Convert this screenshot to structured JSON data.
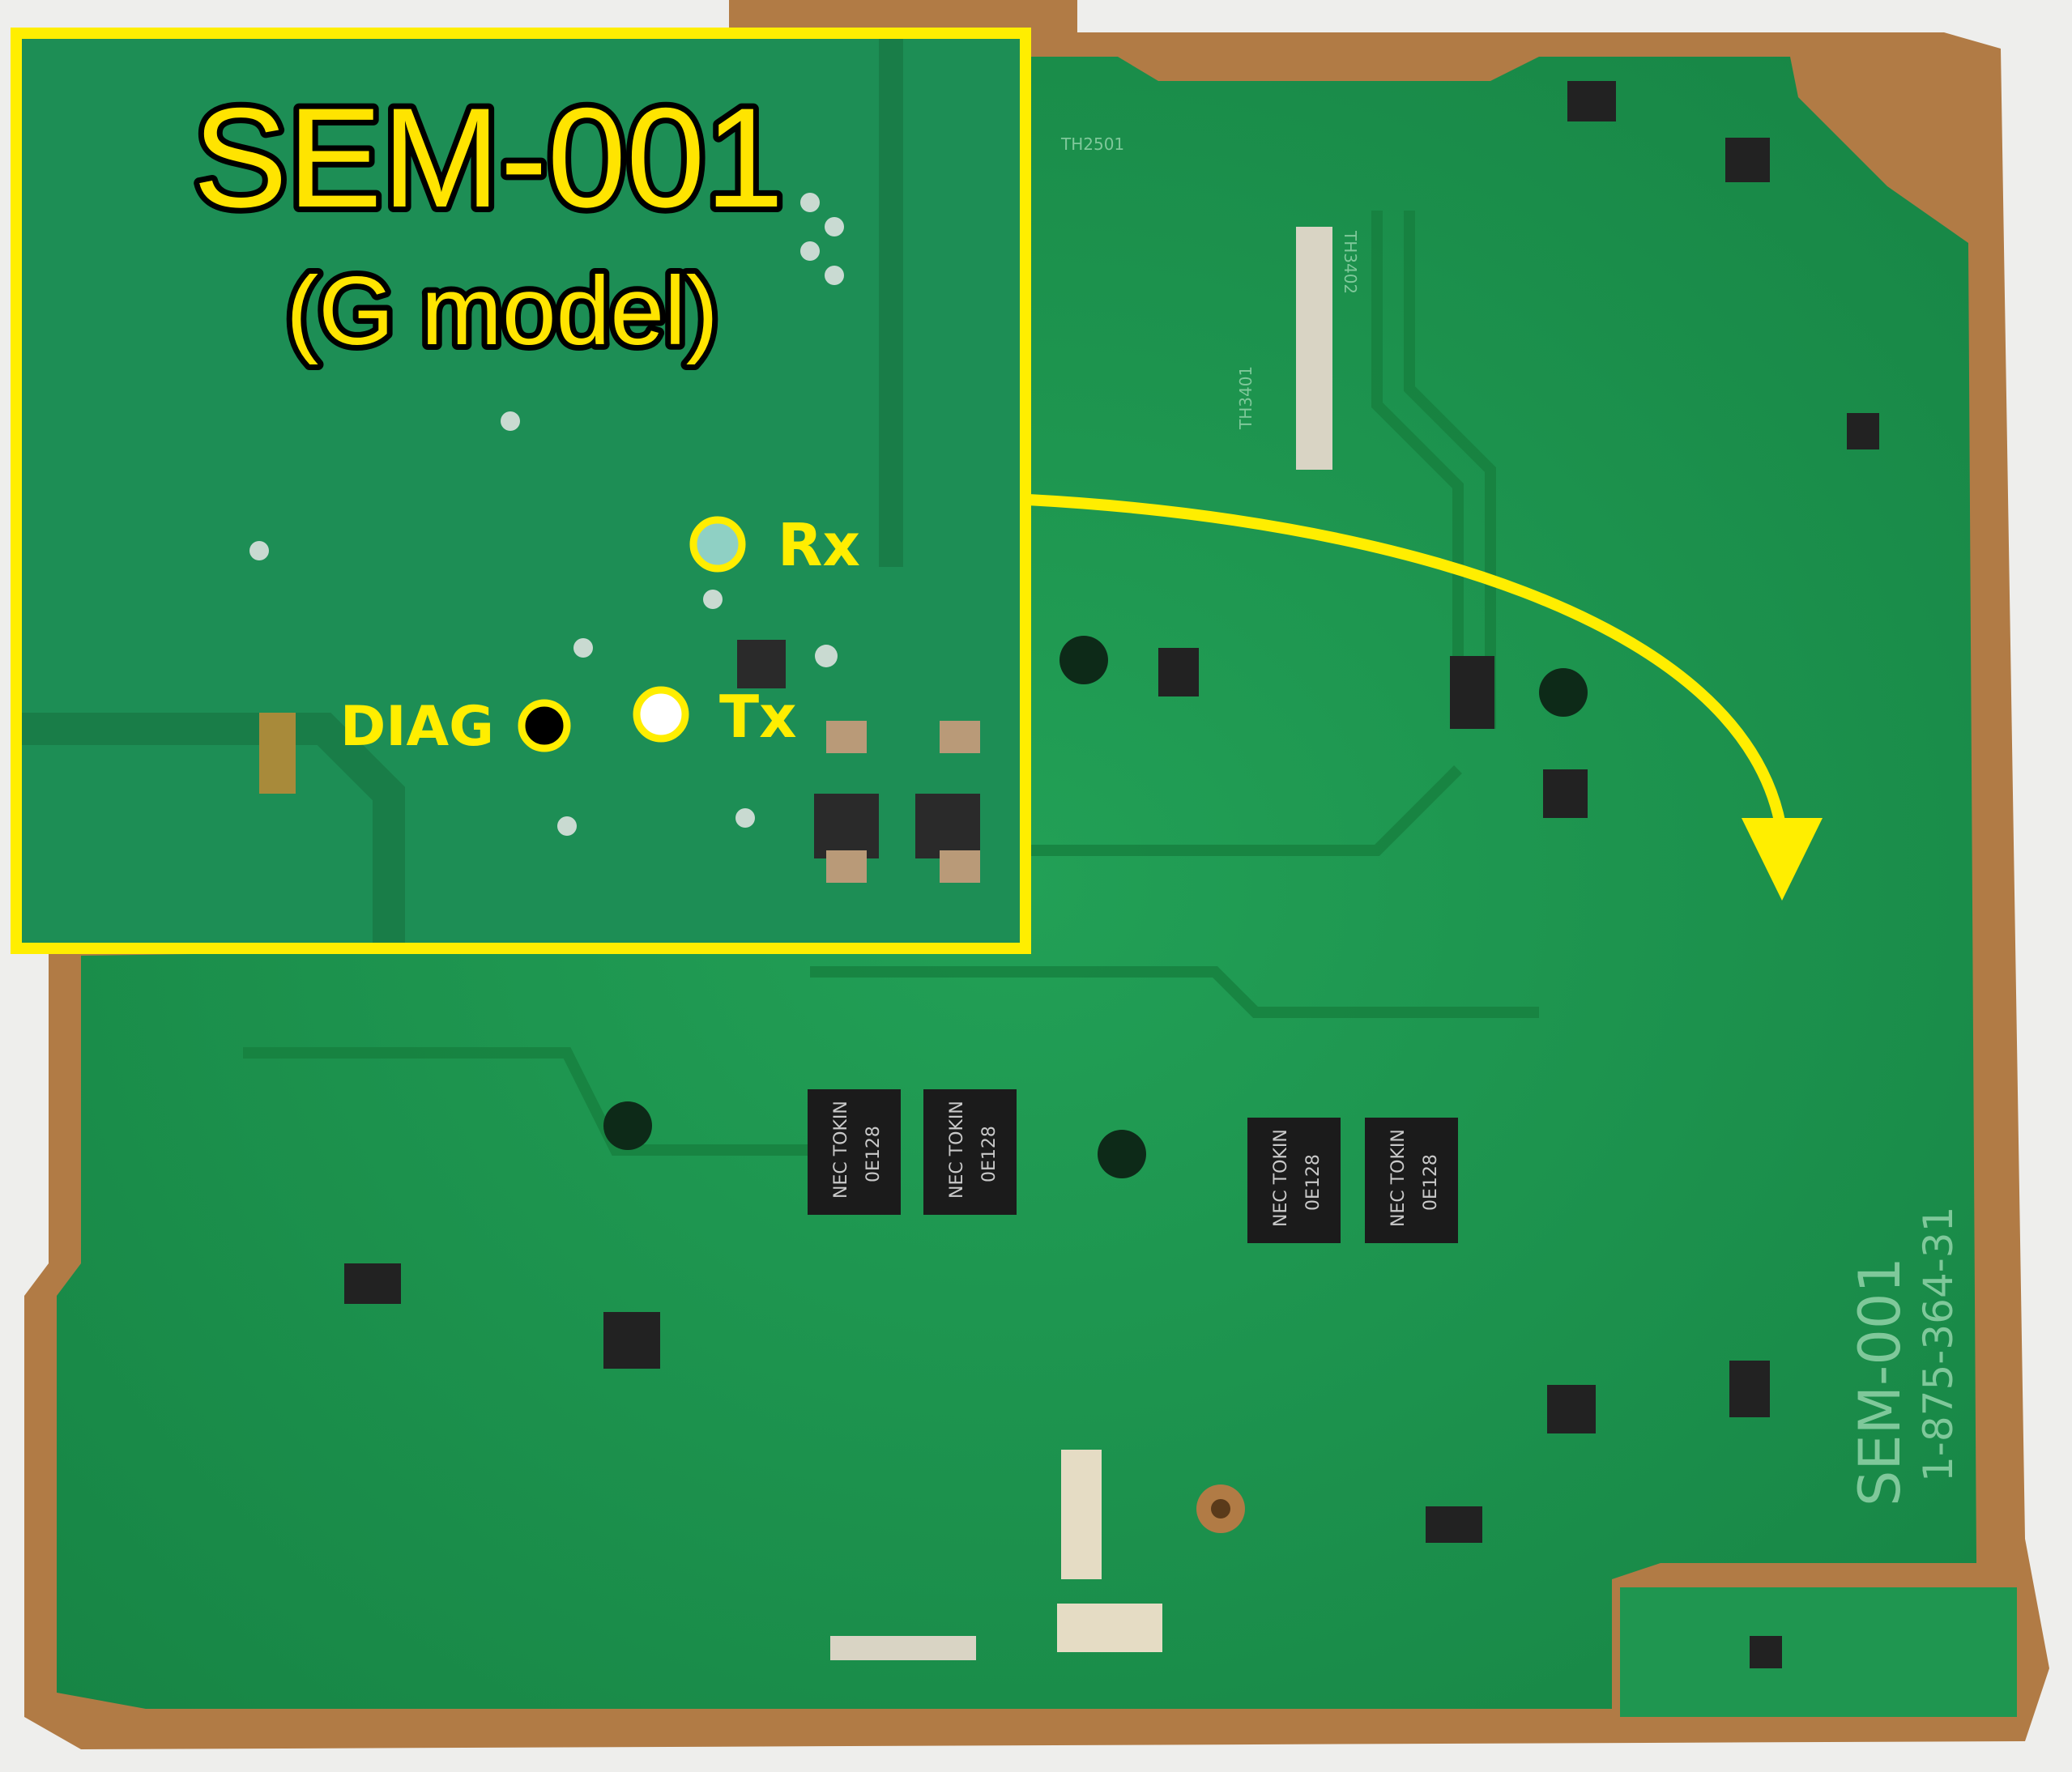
{
  "annotation": {
    "title": "SEM-001",
    "subtitle": "(G model)",
    "points": {
      "rx": "Rx",
      "tx": "Tx",
      "diag": "DIAG"
    },
    "colors": {
      "highlight": "#ffee00",
      "rx_dot": "#8fd0c4",
      "tx_dot": "#ffffff",
      "diag_dot": "#000000"
    }
  },
  "board": {
    "silkscreen_model": "SEM-001",
    "silkscreen_part": "1-875-364-31",
    "labels": [
      "TH2501",
      "TH3402",
      "TH3401"
    ],
    "chips": [
      {
        "brand": "NEC TOKIN",
        "code": "0E128"
      },
      {
        "brand": "NEC TOKIN",
        "code": "0E128"
      },
      {
        "brand": "NEC TOKIN",
        "code": "0E128"
      },
      {
        "brand": "NEC TOKIN",
        "code": "0E128"
      }
    ],
    "colors": {
      "pcb": "#1f9650",
      "copper": "#b17b45"
    }
  }
}
